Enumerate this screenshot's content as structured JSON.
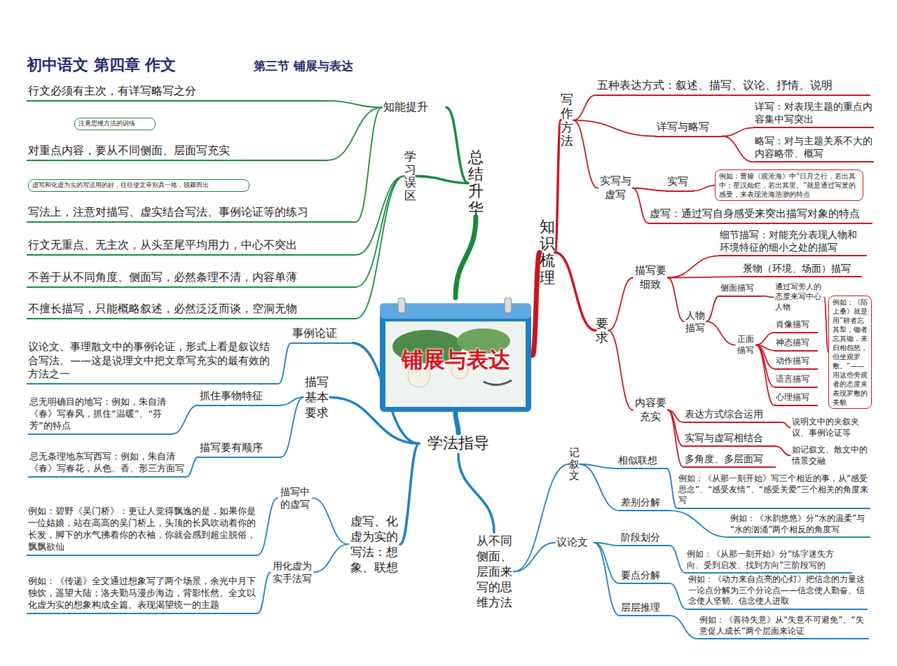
{
  "diagram": {
    "title": "初中语文 第四章 作文",
    "nodes": [
      {
        "text": [
          "铺展与表达"
        ]
      },
      {
        "text": [
          "知识梳理"
        ]
      },
      {
        "text": [
          "写作方法"
        ]
      },
      {
        "text": [
          "五种表达方式：叙述、描写、议论、抒情、说明"
        ]
      },
      {
        "text": [
          "详写与略写"
        ]
      },
      {
        "text": [
          "详写：对表现主题的重点内容集中写突出"
        ]
      },
      {
        "text": [
          "略写：对与主题关系不大的内容略带、概写"
        ]
      },
      {
        "text": [
          "实写与虚写"
        ]
      },
      {
        "text": [
          "实写"
        ]
      },
      {
        "text": [
          "例如：曹操《观沧海》中“日月之行，若出其中；星汉灿烂，若出其里。”就是通过写景的感受，来表现沧海浩渺的特点"
        ]
      },
      {
        "text": [
          "虚写：通过写自身感受来突出描写对象的特点"
        ]
      },
      {
        "text": [
          "要求"
        ]
      },
      {
        "text": [
          "描写要细致"
        ]
      },
      {
        "text": [
          "细节描写：对能充分表现人物和环境特征的细小之处的描写"
        ]
      },
      {
        "text": [
          "景物（环境、场面）描写"
        ]
      },
      {
        "text": [
          "人物描写"
        ]
      },
      {
        "text": [
          "侧面描写"
        ]
      },
      {
        "text": [
          "通过写旁人的态度来写中心人物"
        ]
      },
      {
        "text": [
          "例如：《陌上桑》就是用“耕者忘其犁，锄者忘其锄，来归相怨怒，但坐观罗敷。”——用这些旁观者的态度来表现罗敷的美貌"
        ]
      },
      {
        "text": [
          "正面描写"
        ]
      },
      {
        "text": [
          "肖像描写"
        ]
      },
      {
        "text": [
          "神态描写"
        ]
      },
      {
        "text": [
          "动作描写"
        ]
      },
      {
        "text": [
          "语言描写"
        ]
      },
      {
        "text": [
          "心理描写"
        ]
      },
      {
        "text": [
          "内容要充实"
        ]
      },
      {
        "text": [
          "表达方式综合运用"
        ]
      },
      {
        "text": [
          "实写与虚写相结合"
        ]
      },
      {
        "text": [
          "多角度、多层面写"
        ]
      },
      {
        "text": [
          "说明文中的夹叙夹议、事例论证等"
        ]
      },
      {
        "text": [
          "如记叙文、散文中的情景交融"
        ]
      },
      {
        "text": [
          "学法指导"
        ]
      },
      {
        "text": [
          "从不同侧面、层面来写的思维方法"
        ]
      },
      {
        "text": [
          "记叙文"
        ]
      },
      {
        "text": [
          "议论文"
        ]
      },
      {
        "text": [
          "相似联想"
        ]
      },
      {
        "text": [
          "例如：《从那一刻开始》写三个相近的事，从“感受思念”、“感受友情”、“感受关爱”三个相关的角度来写"
        ]
      },
      {
        "text": [
          "差别分解"
        ]
      },
      {
        "text": [
          "例如：《水韵悠悠》分“水的温柔”与“水的汹涌”两个相反的角度写"
        ]
      },
      {
        "text": [
          "阶段划分"
        ]
      },
      {
        "text": [
          "例如：《从那一刻开始》分“练字迷失方向、受到启发、找到方向”三阶段写的"
        ]
      },
      {
        "text": [
          "要点分解"
        ]
      },
      {
        "text": [
          "例如：《动力来自点亮的心灯》把信念的力量这一论点分解为三个分论点——信念使人勤奋、信念使人坚韧、信念使人进取"
        ]
      },
      {
        "text": [
          "层层推理"
        ]
      },
      {
        "text": [
          "例如：《善待失意》从“失意不可避免”、“失意促人成长”两个层面来论证"
        ]
      },
      {
        "text": [
          "事例论证"
        ]
      },
      {
        "text": [
          "议论文、事理散文中的事例论证，形式上看是叙议结合写法。——这是说理文中把文章写充实的最有效的方法之一"
        ]
      },
      {
        "text": [
          "描写基本要求"
        ]
      },
      {
        "text": [
          "抓住事物特征"
        ]
      },
      {
        "text": [
          "忌无明确目的地写：例如，朱自清《春》写春风，抓住“温暖”、“芬芳”的特点"
        ]
      },
      {
        "text": [
          "描写要有顺序"
        ]
      },
      {
        "text": [
          "忌无条理地东写西写：例如，朱自清《春》写春花，从色、香、形三方面写"
        ]
      },
      {
        "text": [
          "虚写、化虚为实的写法：想象、联想"
        ]
      },
      {
        "text": [
          "描写中的虚写"
        ]
      },
      {
        "text": [
          "例如：碧野《吴门桥》：更让人觉得飘逸的是，如果你是一位姑娘，站在高高的吴门桥上，头顶的长风吹动着你的长发，脚下的水气拂着你的衣袖，你就会感到超尘脱俗，飘飘欲仙"
        ]
      },
      {
        "text": [
          "用化虚为实手法写"
        ]
      },
      {
        "text": [
          "例如：《传递》全文通过想象写了两个场景，余光中月下独饮，遥望大陆；洛夫勤马漫步海边，背影怅然。全文以化虚为实的想象构成全篇。表现渴望统一的主题"
        ]
      },
      {
        "text": [
          "总结升华"
        ]
      },
      {
        "text": [
          "知能提升"
        ]
      },
      {
        "text": [
          "行文必须有主次，有详写略写之分"
        ]
      },
      {
        "text": [
          "对重点内容，要从不同侧面、层面写充实"
        ]
      },
      {
        "text": [
          "写法上，注意对描写、虚实结合写法、事例论证等的练习"
        ]
      },
      {
        "text": [
          "学习误区"
        ]
      },
      {
        "text": [
          "行文无重点、无主次，从头至尾平均用力，中心不突出"
        ]
      },
      {
        "text": [
          "不善于从不同角度、侧面写，必然条理不清，内容单薄"
        ]
      },
      {
        "text": [
          "不擅长描写，只能概略叙述，必然泛泛而谈，空洞无物"
        ]
      },
      {
        "text": [
          "注意思维方法的训练"
        ]
      },
      {
        "text": [
          "虚写和化虚为实的写法用的好，往往使文章别具一格，脱颖而出"
        ]
      }
    ],
    "edges": [
      {
        "from": 0,
        "to": 1,
        "arrow": "none"
      },
      {
        "from": 1,
        "to": 2,
        "arrow": "none"
      },
      {
        "from": 2,
        "to": 3,
        "arrow": "none"
      },
      {
        "from": 2,
        "to": 4,
        "arrow": "none"
      },
      {
        "from": 4,
        "to": 5,
        "arrow": "none"
      },
      {
        "from": 4,
        "to": 6,
        "arrow": "none"
      },
      {
        "from": 2,
        "to": 7,
        "arrow": "none"
      },
      {
        "from": 7,
        "to": 8,
        "arrow": "none"
      },
      {
        "from": 8,
        "to": 9,
        "arrow": "none"
      },
      {
        "from": 7,
        "to": 10,
        "arrow": "none"
      },
      {
        "from": 1,
        "to": 11,
        "arrow": "none"
      },
      {
        "from": 11,
        "to": 12,
        "arrow": "none"
      },
      {
        "from": 12,
        "to": 13,
        "arrow": "none"
      },
      {
        "from": 12,
        "to": 14,
        "arrow": "none"
      },
      {
        "from": 12,
        "to": 15,
        "arrow": "none"
      },
      {
        "from": 15,
        "to": 16,
        "arrow": "none"
      },
      {
        "from": 16,
        "to": 17,
        "arrow": "none"
      },
      {
        "from": 17,
        "to": 18,
        "arrow": "none"
      },
      {
        "from": 15,
        "to": 19,
        "arrow": "none"
      },
      {
        "from": 19,
        "to": 20,
        "arrow": "none"
      },
      {
        "from": 19,
        "to": 21,
        "arrow": "none"
      },
      {
        "from": 19,
        "to": 22,
        "arrow": "none"
      },
      {
        "from": 19,
        "to": 23,
        "arrow": "none"
      },
      {
        "from": 19,
        "to": 24,
        "arrow": "none"
      },
      {
        "from": 11,
        "to": 25,
        "arrow": "none"
      },
      {
        "from": 25,
        "to": 26,
        "arrow": "none"
      },
      {
        "from": 25,
        "to": 27,
        "arrow": "none"
      },
      {
        "from": 25,
        "to": 28,
        "arrow": "none"
      },
      {
        "from": 26,
        "to": 29,
        "arrow": "none"
      },
      {
        "from": 27,
        "to": 30,
        "arrow": "none"
      },
      {
        "from": 0,
        "to": 31,
        "arrow": "none"
      },
      {
        "from": 31,
        "to": 32,
        "arrow": "none"
      },
      {
        "from": 32,
        "to": 33,
        "arrow": "none"
      },
      {
        "from": 32,
        "to": 34,
        "arrow": "none"
      },
      {
        "from": 33,
        "to": 35,
        "arrow": "none"
      },
      {
        "from": 35,
        "to": 36,
        "arrow": "none"
      },
      {
        "from": 33,
        "to": 37,
        "arrow": "none"
      },
      {
        "from": 37,
        "to": 38,
        "arrow": "none"
      },
      {
        "from": 34,
        "to": 39,
        "arrow": "none"
      },
      {
        "from": 39,
        "to": 40,
        "arrow": "none"
      },
      {
        "from": 34,
        "to": 41,
        "arrow": "none"
      },
      {
        "from": 41,
        "to": 42,
        "arrow": "none"
      },
      {
        "from": 34,
        "to": 43,
        "arrow": "none"
      },
      {
        "from": 43,
        "to": 44,
        "arrow": "none"
      },
      {
        "from": 31,
        "to": 45,
        "arrow": "none"
      },
      {
        "from": 45,
        "to": 46,
        "arrow": "none"
      },
      {
        "from": 31,
        "to": 47,
        "arrow": "none"
      },
      {
        "from": 47,
        "to": 48,
        "arrow": "none"
      },
      {
        "from": 48,
        "to": 49,
        "arrow": "none"
      },
      {
        "from": 47,
        "to": 50,
        "arrow": "none"
      },
      {
        "from": 50,
        "to": 51,
        "arrow": "none"
      },
      {
        "from": 31,
        "to": 52,
        "arrow": "none"
      },
      {
        "from": 52,
        "to": 53,
        "arrow": "none"
      },
      {
        "from": 53,
        "to": 54,
        "arrow": "none"
      },
      {
        "from": 52,
        "to": 55,
        "arrow": "none"
      },
      {
        "from": 55,
        "to": 56,
        "arrow": "none"
      },
      {
        "from": 0,
        "to": 57,
        "arrow": "none"
      },
      {
        "from": 57,
        "to": 58,
        "arrow": "none"
      },
      {
        "from": 58,
        "to": 59,
        "arrow": "none"
      },
      {
        "from": 58,
        "to": 60,
        "arrow": "none"
      },
      {
        "from": 58,
        "to": 61,
        "arrow": "none"
      },
      {
        "from": 57,
        "to": 62,
        "arrow": "none"
      },
      {
        "from": 62,
        "to": 63,
        "arrow": "none"
      },
      {
        "from": 62,
        "to": 64,
        "arrow": "none"
      },
      {
        "from": 62,
        "to": 65,
        "arrow": "none"
      }
    ],
    "labels": [
      "第三节 铺展与表达"
    ]
  }
}
